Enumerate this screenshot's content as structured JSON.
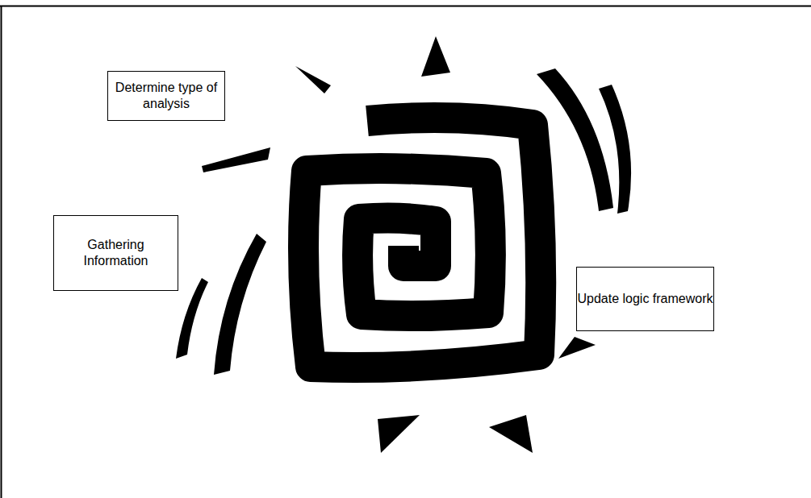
{
  "diagram": {
    "nodes": [
      {
        "text": [
          "Determine type of analysis"
        ]
      },
      {
        "text": [
          "Gathering Information"
        ]
      },
      {
        "text": [
          "Update logic framework"
        ]
      }
    ]
  }
}
